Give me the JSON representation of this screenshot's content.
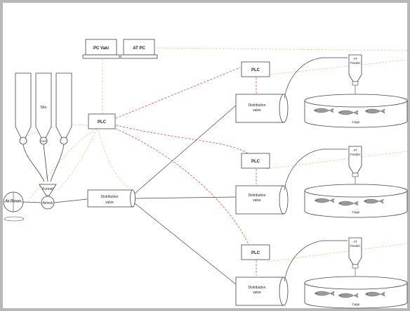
{
  "labels": {
    "pc_vaki": "PC Vaki",
    "at_pc": "AT PC",
    "plc_main": "PLC",
    "plc_1": "PLC",
    "plc_2": "PLC",
    "plc_3": "PLC",
    "silo": "Silo",
    "hopper": "Hopper",
    "funnel": "Funnel",
    "airlock": "Airlock",
    "air_blower": "Air Blower",
    "dist_main_line1": "Distribution",
    "dist_main_line2": "valve",
    "dist_1_line1": "Distribution",
    "dist_1_line2": "valve",
    "dist_2_line1": "Distribution",
    "dist_2_line2": "valve",
    "dist_3_line1": "Distribution",
    "dist_3_line2": "valve",
    "feeder_1_line1": "AT",
    "feeder_1_line2": "Feeder",
    "feeder_2_line1": "AT",
    "feeder_2_line2": "Feeder",
    "feeder_3_line1": "AT",
    "feeder_3_line2": "Feeder",
    "cage_1": "Cage",
    "cage_2": "Cage",
    "cage_3": "Cage"
  },
  "colors": {
    "line": "#555555",
    "data_link": "#e05050",
    "power_link": "#f2c98a",
    "fish": "#8a8a8a"
  }
}
